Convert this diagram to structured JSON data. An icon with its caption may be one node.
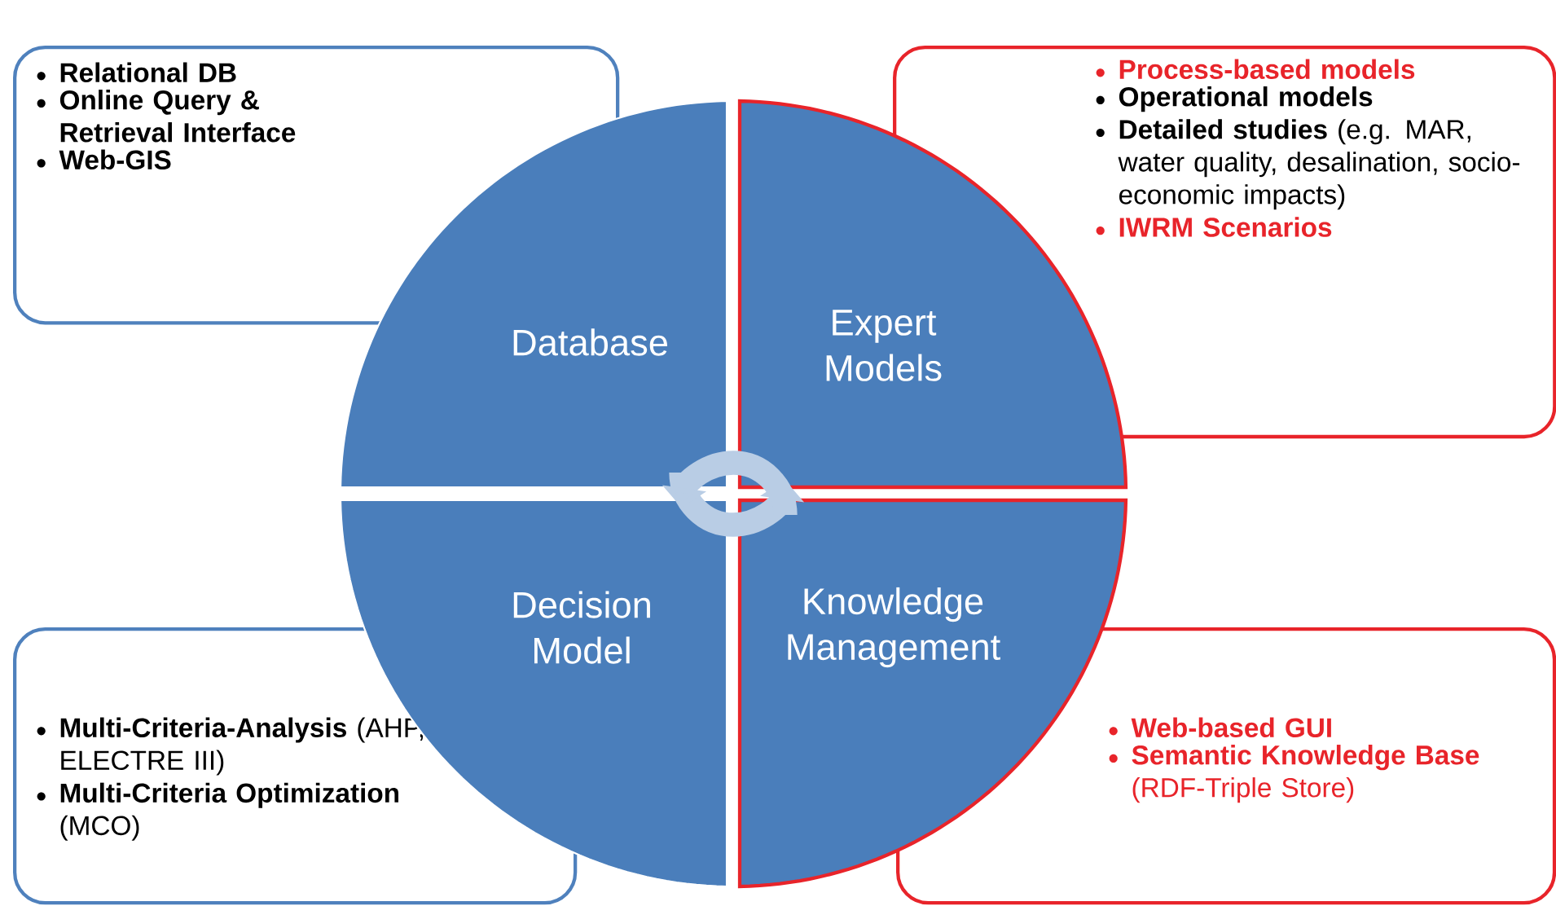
{
  "diagram": {
    "nodes": [
      {
        "text": [
          "Database"
        ]
      },
      {
        "text": [
          "Expert Models"
        ]
      },
      {
        "text": [
          "Decision Model"
        ]
      },
      {
        "text": [
          "Knowledge Management"
        ]
      },
      {
        "text": [
          "**Relational DB**",
          "**Online Query & Retrieval Interface**",
          "**Web-GIS**"
        ]
      },
      {
        "text": [
          "**Process-based models**",
          "**Operational models**",
          "**Detailed studies** (e.g. MAR, water quality, desalination, socio-economic impacts)",
          "**IWRM Scenarios**"
        ]
      },
      {
        "text": [
          "**Multi-Criteria-Analysis** (AHP, ELECTRE III)",
          "**Multi-Criteria Optimization** (MCO)"
        ]
      },
      {
        "text": [
          "**Web-based GUI**",
          "**Semantic Knowledge Base** (RDF-Triple Store)"
        ]
      }
    ]
  }
}
